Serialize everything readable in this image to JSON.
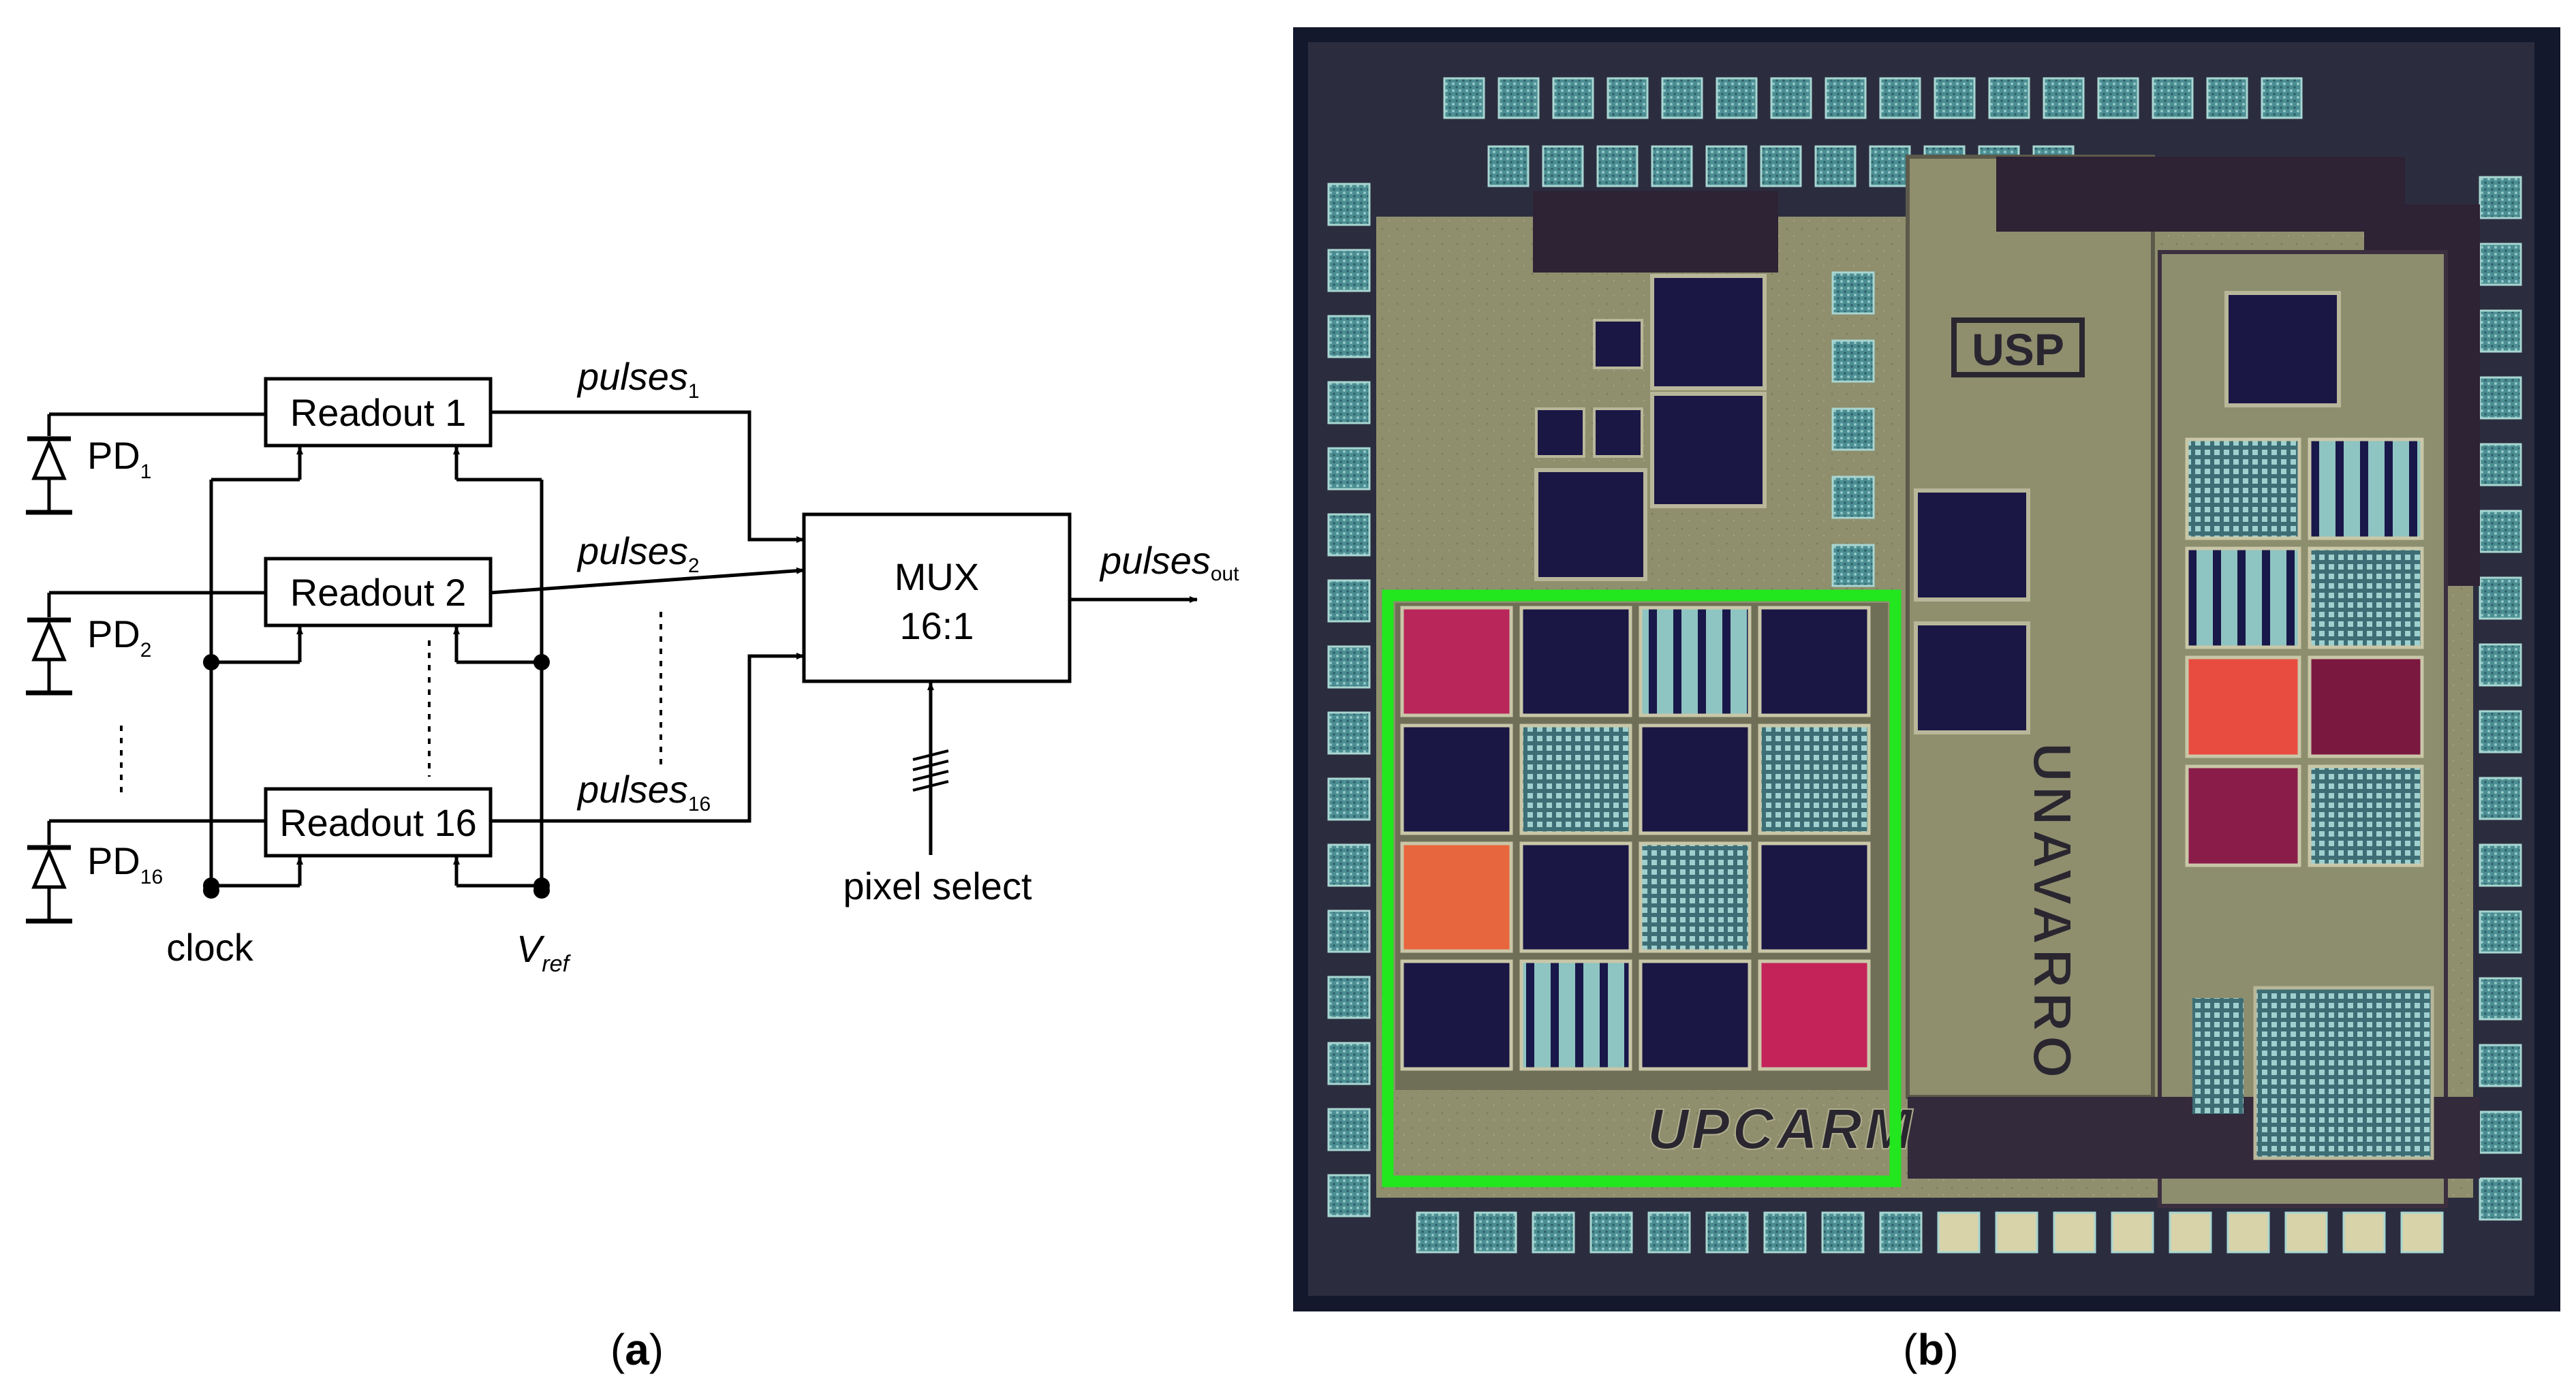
{
  "panel_a": {
    "readouts": [
      "Readout 1",
      "Readout 2",
      "Readout 16"
    ],
    "photodiodes": [
      {
        "base": "PD",
        "sub": "1"
      },
      {
        "base": "PD",
        "sub": "2"
      },
      {
        "base": "PD",
        "sub": "16"
      }
    ],
    "pulses": [
      {
        "base": "pulses",
        "sub": "1"
      },
      {
        "base": "pulses",
        "sub": "2"
      },
      {
        "base": "pulses",
        "sub": "16"
      }
    ],
    "mux": {
      "line1": "MUX",
      "line2": "16:1"
    },
    "output": {
      "base": "pulses",
      "sub": "out"
    },
    "clock_label": "clock",
    "vref": {
      "base": "V",
      "sub": "ref"
    },
    "pixel_select_label": "pixel select",
    "caption_letter": "a"
  },
  "panel_b": {
    "caption_letter": "b",
    "logo_text": "USP",
    "vertical_text": "UNAVARRO",
    "bottom_text": "UPCARM",
    "highlight_color": "#22e61e"
  }
}
